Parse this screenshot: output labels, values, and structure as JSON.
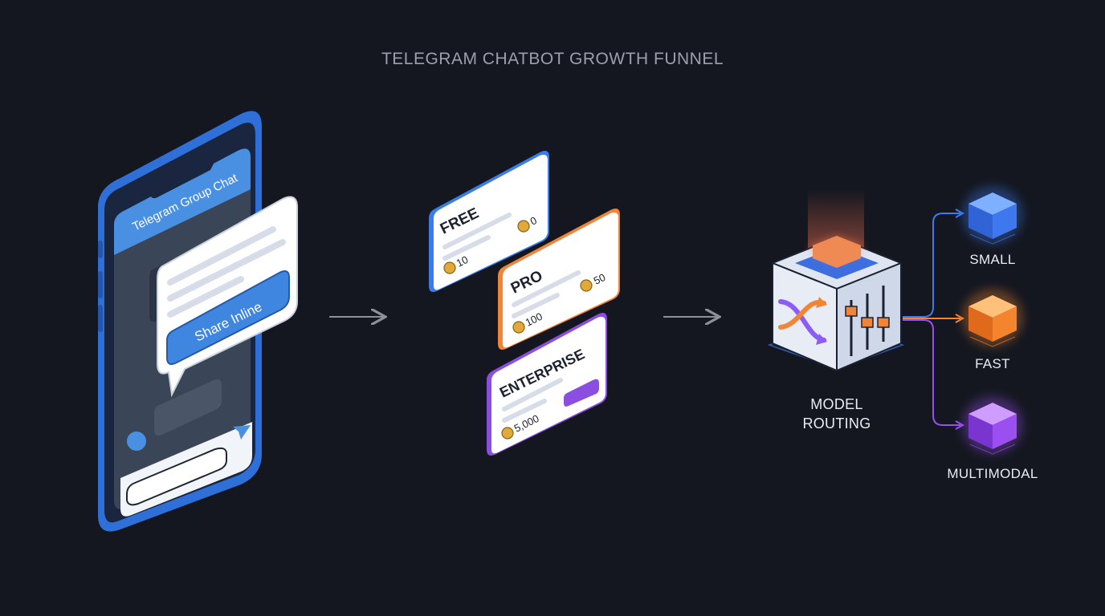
{
  "title": "TELEGRAM CHATBOT GROWTH FUNNEL",
  "phone": {
    "chat_title": "Telegram Group Chat",
    "share_button": "Share Inline"
  },
  "tiers": [
    {
      "name": "FREE",
      "credits": "10",
      "cost": "0",
      "accent": "#3b7de8"
    },
    {
      "name": "PRO",
      "credits": "100",
      "cost": "50",
      "accent": "#f08437"
    },
    {
      "name": "ENTERPRISE",
      "credits": "5,000",
      "accent": "#8a4fe0"
    }
  ],
  "router": {
    "label_line1": "MODEL",
    "label_line2": "ROUTING"
  },
  "models": [
    {
      "name": "SMALL",
      "color": "#3d7bf2"
    },
    {
      "name": "FAST",
      "color": "#f5842f"
    },
    {
      "name": "MULTIMODAL",
      "color": "#9b4ff0"
    }
  ],
  "colors": {
    "background": "#141720",
    "phone_blue": "#2f6fd8",
    "arrow": "#8b919b"
  }
}
